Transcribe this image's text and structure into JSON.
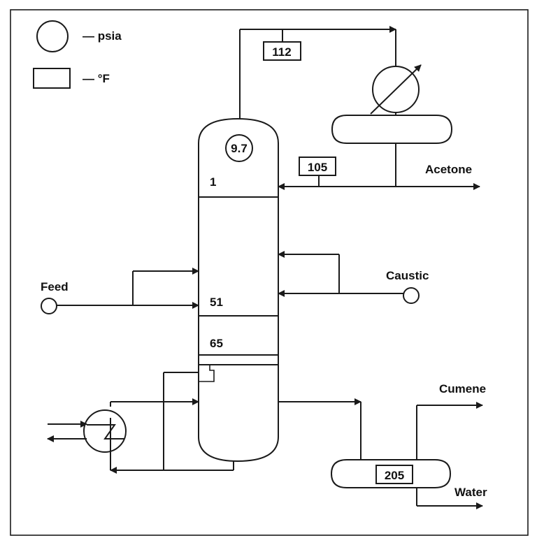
{
  "legend": {
    "circle_meaning": "— psia",
    "box_meaning": "— °F"
  },
  "column": {
    "top_pressure": "9.7",
    "tray_top": "1",
    "tray_feed": "51",
    "tray_bottom": "65"
  },
  "temperatures": {
    "overhead": "112",
    "reflux": "105",
    "decanter": "205"
  },
  "streams": {
    "acetone": "Acetone",
    "caustic": "Caustic",
    "feed": "Feed",
    "cumene": "Cumene",
    "water": "Water"
  },
  "colors": {
    "line": "#1a1a1a",
    "background": "#ffffff"
  },
  "icons": [
    "condenser-icon",
    "reboiler-icon",
    "reflux-drum-icon",
    "decanter-icon"
  ]
}
